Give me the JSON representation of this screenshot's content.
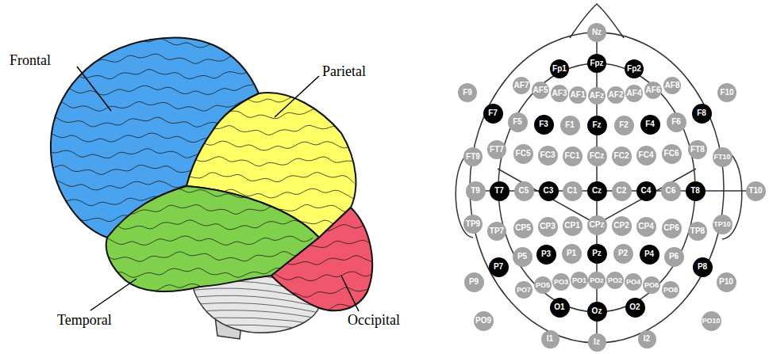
{
  "diagram": {
    "nodes": [
      {
        "text": [
          "Nz"
        ]
      },
      {
        "text": [
          "Fp1"
        ]
      },
      {
        "text": [
          "Fpz"
        ]
      },
      {
        "text": [
          "Fp2"
        ]
      },
      {
        "text": [
          "F9"
        ]
      },
      {
        "text": [
          "AF7"
        ]
      },
      {
        "text": [
          "AF5"
        ]
      },
      {
        "text": [
          "AF3"
        ]
      },
      {
        "text": [
          "AF1"
        ]
      },
      {
        "text": [
          "AFz"
        ]
      },
      {
        "text": [
          "AF2"
        ]
      },
      {
        "text": [
          "AF4"
        ]
      },
      {
        "text": [
          "AF6"
        ]
      },
      {
        "text": [
          "AF8"
        ]
      },
      {
        "text": [
          "F10"
        ]
      },
      {
        "text": [
          "F7"
        ]
      },
      {
        "text": [
          "F5"
        ]
      },
      {
        "text": [
          "F3"
        ]
      },
      {
        "text": [
          "F1"
        ]
      },
      {
        "text": [
          "Fz"
        ]
      },
      {
        "text": [
          "F2"
        ]
      },
      {
        "text": [
          "F4"
        ]
      },
      {
        "text": [
          "F6"
        ]
      },
      {
        "text": [
          "F8"
        ]
      },
      {
        "text": [
          "FT9"
        ]
      },
      {
        "text": [
          "FT7"
        ]
      },
      {
        "text": [
          "FC5"
        ]
      },
      {
        "text": [
          "FC3"
        ]
      },
      {
        "text": [
          "FC1"
        ]
      },
      {
        "text": [
          "FCz"
        ]
      },
      {
        "text": [
          "FC2"
        ]
      },
      {
        "text": [
          "FC4"
        ]
      },
      {
        "text": [
          "FC6"
        ]
      },
      {
        "text": [
          "FT8"
        ]
      },
      {
        "text": [
          "FT10"
        ]
      },
      {
        "text": [
          "T9"
        ]
      },
      {
        "text": [
          "T7"
        ]
      },
      {
        "text": [
          "C5"
        ]
      },
      {
        "text": [
          "C3"
        ]
      },
      {
        "text": [
          "C1"
        ]
      },
      {
        "text": [
          "Cz"
        ]
      },
      {
        "text": [
          "C2"
        ]
      },
      {
        "text": [
          "C4"
        ]
      },
      {
        "text": [
          "C6"
        ]
      },
      {
        "text": [
          "T8"
        ]
      },
      {
        "text": [
          "T10"
        ]
      },
      {
        "text": [
          "TP9"
        ]
      },
      {
        "text": [
          "TP7"
        ]
      },
      {
        "text": [
          "CP5"
        ]
      },
      {
        "text": [
          "CP3"
        ]
      },
      {
        "text": [
          "CP1"
        ]
      },
      {
        "text": [
          "CPz"
        ]
      },
      {
        "text": [
          "CP2"
        ]
      },
      {
        "text": [
          "CP4"
        ]
      },
      {
        "text": [
          "CP6"
        ]
      },
      {
        "text": [
          "TP8"
        ]
      },
      {
        "text": [
          "TP10"
        ]
      },
      {
        "text": [
          "P9"
        ]
      },
      {
        "text": [
          "P7"
        ]
      },
      {
        "text": [
          "P5"
        ]
      },
      {
        "text": [
          "P3"
        ]
      },
      {
        "text": [
          "P1"
        ]
      },
      {
        "text": [
          "Pz"
        ]
      },
      {
        "text": [
          "P2"
        ]
      },
      {
        "text": [
          "P4"
        ]
      },
      {
        "text": [
          "P6"
        ]
      },
      {
        "text": [
          "P8"
        ]
      },
      {
        "text": [
          "P10"
        ]
      },
      {
        "text": [
          "PO9"
        ]
      },
      {
        "text": [
          "PO7"
        ]
      },
      {
        "text": [
          "PO5"
        ]
      },
      {
        "text": [
          "PO3"
        ]
      },
      {
        "text": [
          "PO1"
        ]
      },
      {
        "text": [
          "POz"
        ]
      },
      {
        "text": [
          "PO2"
        ]
      },
      {
        "text": [
          "PO4"
        ]
      },
      {
        "text": [
          "PO6"
        ]
      },
      {
        "text": [
          "PO8"
        ]
      },
      {
        "text": [
          "PO10"
        ]
      },
      {
        "text": [
          "O1"
        ]
      },
      {
        "text": [
          "Oz"
        ]
      },
      {
        "text": [
          "O2"
        ]
      },
      {
        "text": [
          "I1"
        ]
      },
      {
        "text": [
          "Iz"
        ]
      },
      {
        "text": [
          "I2"
        ]
      }
    ],
    "labels": [
      "Frontal",
      "Parietal",
      "Temporal",
      "Occipital"
    ]
  }
}
